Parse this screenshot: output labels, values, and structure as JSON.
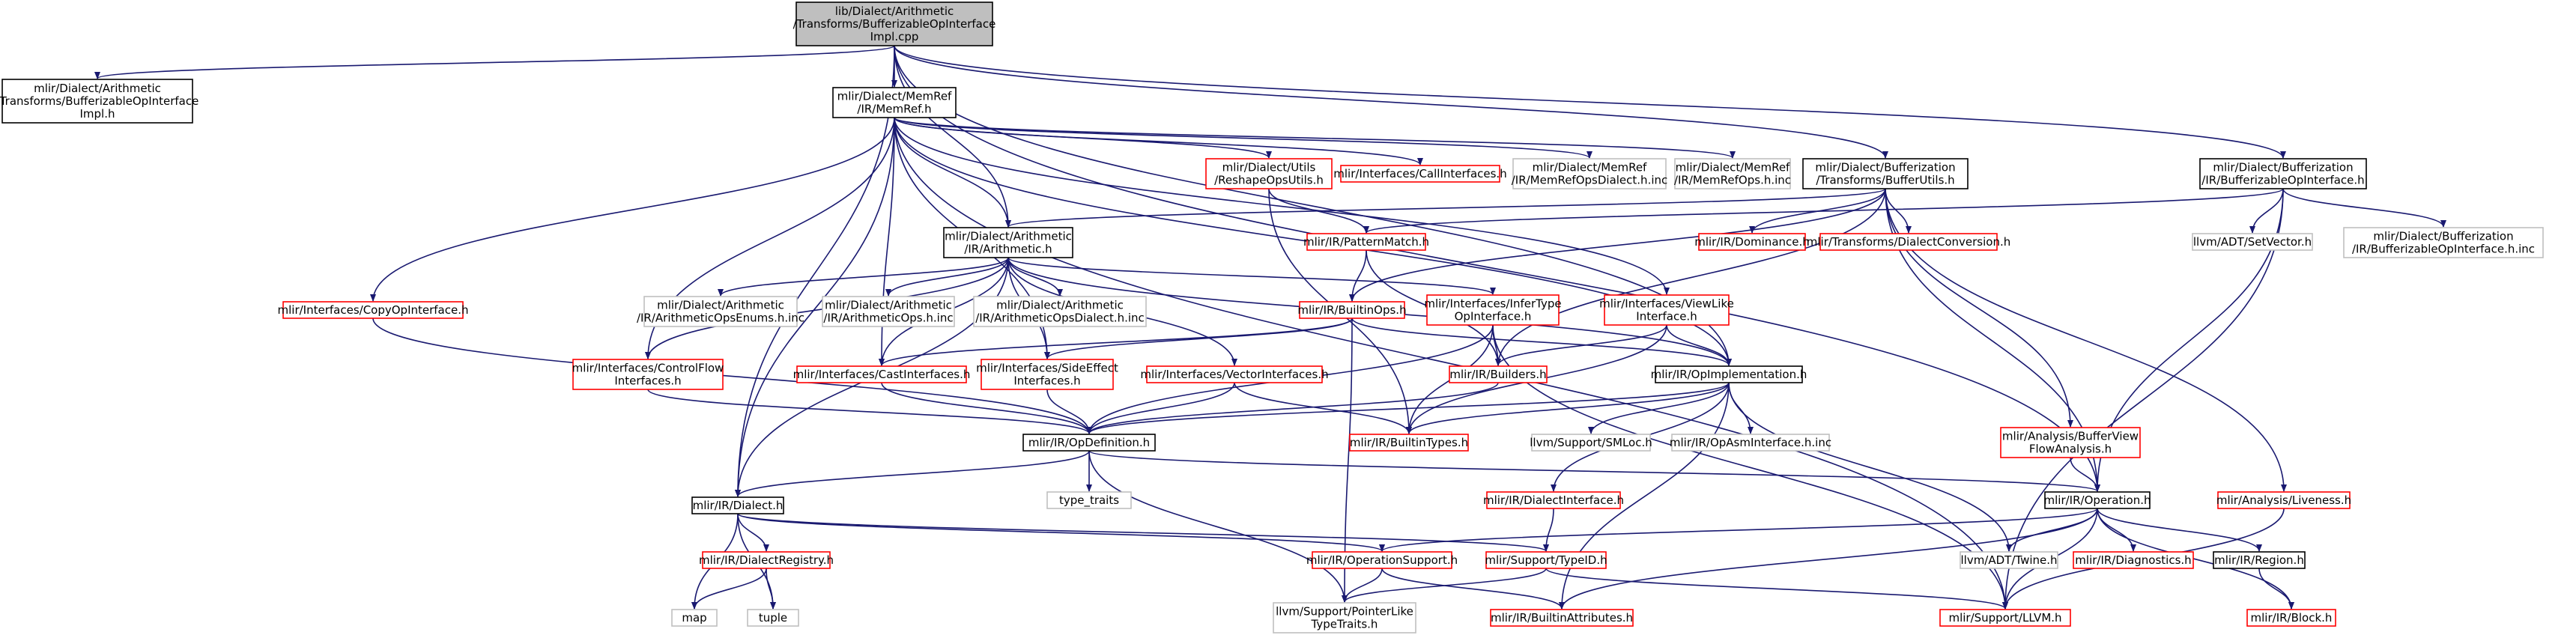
{
  "colors": {
    "edge": "#191970",
    "root_fill": "#bfbfbf",
    "border_black": "#000000",
    "border_red": "#ff0000",
    "border_gray": "#bfbfbf",
    "background": "#ffffff"
  },
  "nodes": [
    {
      "id": "root",
      "style": "root",
      "lines": [
        "lib/Dialect/Arithmetic",
        "/Transforms/BufferizableOpInterface",
        "Impl.cpp"
      ]
    },
    {
      "id": "arith_bufimpl_h",
      "style": "black",
      "lines": [
        "mlir/Dialect/Arithmetic",
        "/Transforms/BufferizableOpInterface",
        "Impl.h"
      ]
    },
    {
      "id": "memref_h",
      "style": "black",
      "lines": [
        "mlir/Dialect/MemRef",
        "/IR/MemRef.h"
      ]
    },
    {
      "id": "bufferutils_h",
      "style": "black",
      "lines": [
        "mlir/Dialect/Bufferization",
        "/Transforms/BufferUtils.h"
      ]
    },
    {
      "id": "bufopinterface_h",
      "style": "black",
      "lines": [
        "mlir/Dialect/Bufferization",
        "/IR/BufferizableOpInterface.h"
      ]
    },
    {
      "id": "reshapeops_h",
      "style": "red",
      "lines": [
        "mlir/Dialect/Utils",
        "/ReshapeOpsUtils.h"
      ]
    },
    {
      "id": "callinterfaces_h",
      "style": "red",
      "lines": [
        "mlir/Interfaces/CallInterfaces.h"
      ]
    },
    {
      "id": "memrefdialect_inc",
      "style": "gray",
      "lines": [
        "mlir/Dialect/MemRef",
        "/IR/MemRefOpsDialect.h.inc"
      ]
    },
    {
      "id": "memrefops_inc",
      "style": "gray",
      "lines": [
        "mlir/Dialect/MemRef",
        "/IR/MemRefOps.h.inc"
      ]
    },
    {
      "id": "arithmetic_h",
      "style": "black",
      "lines": [
        "mlir/Dialect/Arithmetic",
        "/IR/Arithmetic.h"
      ]
    },
    {
      "id": "patternmatch_h",
      "style": "red",
      "lines": [
        "mlir/IR/PatternMatch.h"
      ]
    },
    {
      "id": "dominance_h",
      "style": "red",
      "lines": [
        "mlir/IR/Dominance.h"
      ]
    },
    {
      "id": "dialectconversion_h",
      "style": "red",
      "lines": [
        "mlir/Transforms/DialectConversion.h"
      ]
    },
    {
      "id": "setvector_h",
      "style": "gray",
      "lines": [
        "llvm/ADT/SetVector.h"
      ]
    },
    {
      "id": "bufopinterface_inc",
      "style": "gray",
      "lines": [
        "mlir/Dialect/Bufferization",
        "/IR/BufferizableOpInterface.h.inc"
      ]
    },
    {
      "id": "copyopinterface_h",
      "style": "red",
      "lines": [
        "mlir/Interfaces/CopyOpInterface.h"
      ]
    },
    {
      "id": "arithenums_inc",
      "style": "gray",
      "lines": [
        "mlir/Dialect/Arithmetic",
        "/IR/ArithmeticOpsEnums.h.inc"
      ]
    },
    {
      "id": "arithops_inc",
      "style": "gray",
      "lines": [
        "mlir/Dialect/Arithmetic",
        "/IR/ArithmeticOps.h.inc"
      ]
    },
    {
      "id": "arithdialect_inc",
      "style": "gray",
      "lines": [
        "mlir/Dialect/Arithmetic",
        "/IR/ArithmeticOpsDialect.h.inc"
      ]
    },
    {
      "id": "builtinops_h",
      "style": "red",
      "lines": [
        "mlir/IR/BuiltinOps.h"
      ]
    },
    {
      "id": "infertype_h",
      "style": "red",
      "lines": [
        "mlir/Interfaces/InferType",
        "OpInterface.h"
      ]
    },
    {
      "id": "viewlike_h",
      "style": "red",
      "lines": [
        "mlir/Interfaces/ViewLike",
        "Interface.h"
      ]
    },
    {
      "id": "controlflow_h",
      "style": "red",
      "lines": [
        "mlir/Interfaces/ControlFlow",
        "Interfaces.h"
      ]
    },
    {
      "id": "castinterfaces_h",
      "style": "red",
      "lines": [
        "mlir/Interfaces/CastInterfaces.h"
      ]
    },
    {
      "id": "sideeffect_h",
      "style": "red",
      "lines": [
        "mlir/Interfaces/SideEffect",
        "Interfaces.h"
      ]
    },
    {
      "id": "vectorinterfaces_h",
      "style": "red",
      "lines": [
        "mlir/Interfaces/VectorInterfaces.h"
      ]
    },
    {
      "id": "builders_h",
      "style": "red",
      "lines": [
        "mlir/IR/Builders.h"
      ]
    },
    {
      "id": "opimplementation_h",
      "style": "black",
      "lines": [
        "mlir/IR/OpImplementation.h"
      ]
    },
    {
      "id": "opdefinition_h",
      "style": "black",
      "lines": [
        "mlir/IR/OpDefinition.h"
      ]
    },
    {
      "id": "builtintypes_h",
      "style": "red",
      "lines": [
        "mlir/IR/BuiltinTypes.h"
      ]
    },
    {
      "id": "smloc_h",
      "style": "gray",
      "lines": [
        "llvm/Support/SMLoc.h"
      ]
    },
    {
      "id": "opasminterface_inc",
      "style": "gray",
      "lines": [
        "mlir/IR/OpAsmInterface.h.inc"
      ]
    },
    {
      "id": "bufferviewflow_h",
      "style": "red",
      "lines": [
        "mlir/Analysis/BufferView",
        "FlowAnalysis.h"
      ]
    },
    {
      "id": "type_traits",
      "style": "gray",
      "lines": [
        "type_traits"
      ]
    },
    {
      "id": "dialectinterface_h",
      "style": "red",
      "lines": [
        "mlir/IR/DialectInterface.h"
      ]
    },
    {
      "id": "operation_h",
      "style": "black",
      "lines": [
        "mlir/IR/Operation.h"
      ]
    },
    {
      "id": "liveness_h",
      "style": "red",
      "lines": [
        "mlir/Analysis/Liveness.h"
      ]
    },
    {
      "id": "dialect_h",
      "style": "black",
      "lines": [
        "mlir/IR/Dialect.h"
      ]
    },
    {
      "id": "dialectregistry_h",
      "style": "red",
      "lines": [
        "mlir/IR/DialectRegistry.h"
      ]
    },
    {
      "id": "operationsupport_h",
      "style": "red",
      "lines": [
        "mlir/IR/OperationSupport.h"
      ]
    },
    {
      "id": "typeid_h",
      "style": "red",
      "lines": [
        "mlir/Support/TypeID.h"
      ]
    },
    {
      "id": "twine_h",
      "style": "gray",
      "lines": [
        "llvm/ADT/Twine.h"
      ]
    },
    {
      "id": "diagnostics_h",
      "style": "red",
      "lines": [
        "mlir/IR/Diagnostics.h"
      ]
    },
    {
      "id": "region_h",
      "style": "black",
      "lines": [
        "mlir/IR/Region.h"
      ]
    },
    {
      "id": "map",
      "style": "gray",
      "lines": [
        "map"
      ]
    },
    {
      "id": "tuple",
      "style": "gray",
      "lines": [
        "tuple"
      ]
    },
    {
      "id": "pointerliketypetraits_h",
      "style": "gray",
      "lines": [
        "llvm/Support/PointerLike",
        "TypeTraits.h"
      ]
    },
    {
      "id": "builtinattributes_h",
      "style": "red",
      "lines": [
        "mlir/IR/BuiltinAttributes.h"
      ]
    },
    {
      "id": "llvm_h",
      "style": "red",
      "lines": [
        "mlir/Support/LLVM.h"
      ]
    },
    {
      "id": "block_h",
      "style": "red",
      "lines": [
        "mlir/IR/Block.h"
      ]
    }
  ],
  "edges": [
    [
      "root",
      "arith_bufimpl_h"
    ],
    [
      "root",
      "memref_h"
    ],
    [
      "root",
      "bufferutils_h"
    ],
    [
      "root",
      "bufopinterface_h"
    ],
    [
      "root",
      "arithmetic_h"
    ],
    [
      "root",
      "dialect_h"
    ],
    [
      "root",
      "opimplementation_h"
    ],
    [
      "root",
      "operation_h"
    ],
    [
      "memref_h",
      "reshapeops_h"
    ],
    [
      "memref_h",
      "callinterfaces_h"
    ],
    [
      "memref_h",
      "memrefdialect_inc"
    ],
    [
      "memref_h",
      "memrefops_inc"
    ],
    [
      "memref_h",
      "copyopinterface_h"
    ],
    [
      "memref_h",
      "controlflow_h"
    ],
    [
      "memref_h",
      "castinterfaces_h"
    ],
    [
      "memref_h",
      "sideeffect_h"
    ],
    [
      "memref_h",
      "dialect_h"
    ],
    [
      "memref_h",
      "arithmetic_h"
    ],
    [
      "memref_h",
      "viewlike_h"
    ],
    [
      "memref_h",
      "opimplementation_h"
    ],
    [
      "memref_h",
      "llvm_h"
    ],
    [
      "reshapeops_h",
      "patternmatch_h"
    ],
    [
      "reshapeops_h",
      "builtintypes_h"
    ],
    [
      "bufferutils_h",
      "arithmetic_h"
    ],
    [
      "bufferutils_h",
      "dominance_h"
    ],
    [
      "bufferutils_h",
      "dialectconversion_h"
    ],
    [
      "bufferutils_h",
      "builtinops_h"
    ],
    [
      "bufferutils_h",
      "builders_h"
    ],
    [
      "bufferutils_h",
      "bufferviewflow_h"
    ],
    [
      "bufferutils_h",
      "liveness_h"
    ],
    [
      "bufferutils_h",
      "operation_h"
    ],
    [
      "bufopinterface_h",
      "patternmatch_h"
    ],
    [
      "bufopinterface_h",
      "setvector_h"
    ],
    [
      "bufopinterface_h",
      "bufopinterface_inc"
    ],
    [
      "bufopinterface_h",
      "operation_h"
    ],
    [
      "bufopinterface_h",
      "llvm_h"
    ],
    [
      "arithmetic_h",
      "arithenums_inc"
    ],
    [
      "arithmetic_h",
      "arithops_inc"
    ],
    [
      "arithmetic_h",
      "arithdialect_inc"
    ],
    [
      "arithmetic_h",
      "infertype_h"
    ],
    [
      "arithmetic_h",
      "castinterfaces_h"
    ],
    [
      "arithmetic_h",
      "sideeffect_h"
    ],
    [
      "arithmetic_h",
      "vectorinterfaces_h"
    ],
    [
      "arithmetic_h",
      "dialect_h"
    ],
    [
      "arithmetic_h",
      "opimplementation_h"
    ],
    [
      "arithmetic_h",
      "controlflow_h"
    ],
    [
      "patternmatch_h",
      "builtinops_h"
    ],
    [
      "patternmatch_h",
      "builders_h"
    ],
    [
      "copyopinterface_h",
      "opdefinition_h"
    ],
    [
      "builtinops_h",
      "castinterfaces_h"
    ],
    [
      "builtinops_h",
      "sideeffect_h"
    ],
    [
      "builtinops_h",
      "opimplementation_h"
    ],
    [
      "builtinops_h",
      "pointerliketypetraits_h"
    ],
    [
      "infertype_h",
      "builders_h"
    ],
    [
      "infertype_h",
      "builtintypes_h"
    ],
    [
      "infertype_h",
      "opdefinition_h"
    ],
    [
      "infertype_h",
      "llvm_h"
    ],
    [
      "viewlike_h",
      "builders_h"
    ],
    [
      "viewlike_h",
      "opimplementation_h"
    ],
    [
      "viewlike_h",
      "builtintypes_h"
    ],
    [
      "controlflow_h",
      "opdefinition_h"
    ],
    [
      "castinterfaces_h",
      "opdefinition_h"
    ],
    [
      "sideeffect_h",
      "opdefinition_h"
    ],
    [
      "vectorinterfaces_h",
      "opdefinition_h"
    ],
    [
      "vectorinterfaces_h",
      "builtintypes_h"
    ],
    [
      "builders_h",
      "opdefinition_h"
    ],
    [
      "opimplementation_h",
      "opdefinition_h"
    ],
    [
      "opimplementation_h",
      "builtintypes_h"
    ],
    [
      "opimplementation_h",
      "smloc_h"
    ],
    [
      "opimplementation_h",
      "opasminterface_inc"
    ],
    [
      "opimplementation_h",
      "dialectinterface_h"
    ],
    [
      "opimplementation_h",
      "twine_h"
    ],
    [
      "opimplementation_h",
      "builtinattributes_h"
    ],
    [
      "opdefinition_h",
      "type_traits"
    ],
    [
      "opdefinition_h",
      "dialect_h"
    ],
    [
      "opdefinition_h",
      "operation_h"
    ],
    [
      "opdefinition_h",
      "pointerliketypetraits_h"
    ],
    [
      "bufferviewflow_h",
      "operation_h"
    ],
    [
      "liveness_h",
      "llvm_h"
    ],
    [
      "dialectinterface_h",
      "typeid_h"
    ],
    [
      "operation_h",
      "operationsupport_h"
    ],
    [
      "operation_h",
      "twine_h"
    ],
    [
      "operation_h",
      "diagnostics_h"
    ],
    [
      "operation_h",
      "region_h"
    ],
    [
      "operation_h",
      "builtinattributes_h"
    ],
    [
      "operation_h",
      "llvm_h"
    ],
    [
      "operation_h",
      "block_h"
    ],
    [
      "dialect_h",
      "dialectregistry_h"
    ],
    [
      "dialect_h",
      "operationsupport_h"
    ],
    [
      "dialect_h",
      "typeid_h"
    ],
    [
      "dialect_h",
      "map"
    ],
    [
      "dialect_h",
      "tuple"
    ],
    [
      "dialectregistry_h",
      "map"
    ],
    [
      "dialectregistry_h",
      "tuple"
    ],
    [
      "operationsupport_h",
      "pointerliketypetraits_h"
    ],
    [
      "operationsupport_h",
      "builtinattributes_h"
    ],
    [
      "typeid_h",
      "pointerliketypetraits_h"
    ],
    [
      "typeid_h",
      "llvm_h"
    ],
    [
      "region_h",
      "block_h"
    ]
  ]
}
